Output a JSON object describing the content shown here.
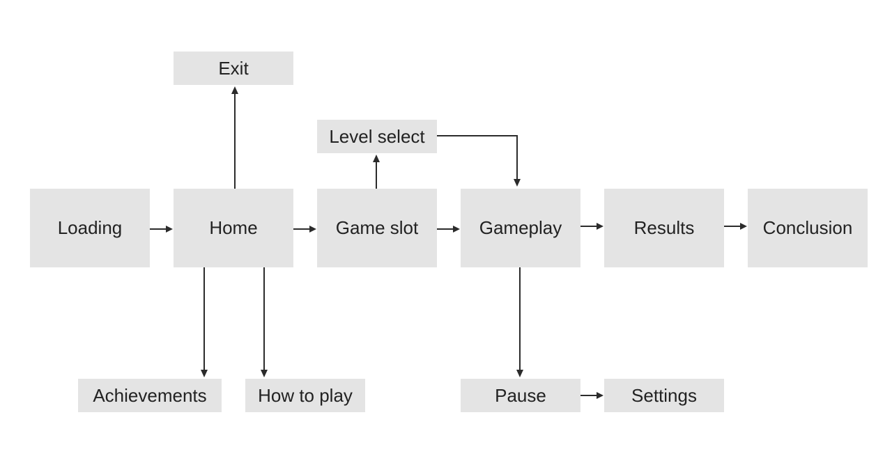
{
  "diagram": {
    "nodes": {
      "exit": "Exit",
      "level_select": "Level select",
      "loading": "Loading",
      "home": "Home",
      "game_slot": "Game slot",
      "gameplay": "Gameplay",
      "results": "Results",
      "conclusion": "Conclusion",
      "achievements": "Achievements",
      "how_to_play": "How to play",
      "pause": "Pause",
      "settings": "Settings"
    },
    "edges": [
      {
        "from": "Loading",
        "to": "Home"
      },
      {
        "from": "Home",
        "to": "Game slot"
      },
      {
        "from": "Game slot",
        "to": "Gameplay"
      },
      {
        "from": "Gameplay",
        "to": "Results"
      },
      {
        "from": "Results",
        "to": "Conclusion"
      },
      {
        "from": "Home",
        "to": "Exit"
      },
      {
        "from": "Home",
        "to": "Achievements"
      },
      {
        "from": "Home",
        "to": "How to play"
      },
      {
        "from": "Game slot",
        "to": "Level select"
      },
      {
        "from": "Level select",
        "to": "Gameplay"
      },
      {
        "from": "Gameplay",
        "to": "Pause"
      },
      {
        "from": "Pause",
        "to": "Settings"
      }
    ],
    "colors": {
      "node_fill": "#e4e4e4",
      "text": "#222222",
      "connector": "#2b2b2b",
      "background": "#ffffff"
    }
  }
}
